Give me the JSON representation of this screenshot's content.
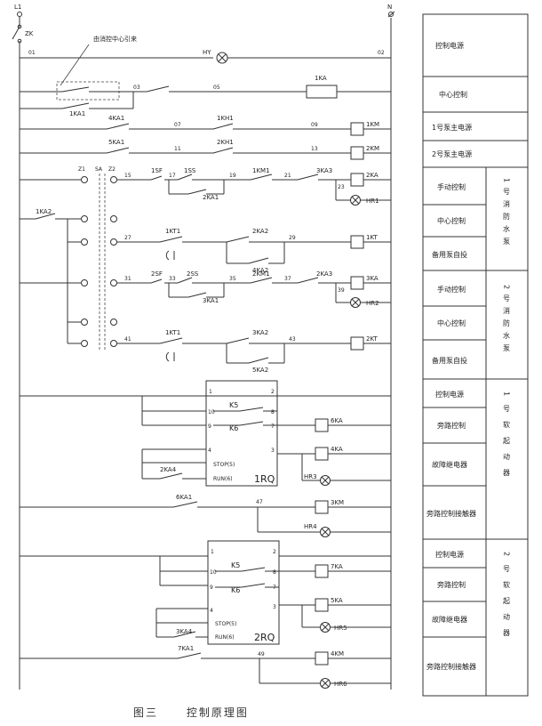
{
  "labels": {
    "l1": "L1",
    "n": "N",
    "zk": "ZK",
    "fire_center_lead": "由消控中心引来",
    "hy": "HY",
    "n01": "01",
    "n02": "02",
    "n03": "03",
    "n05": "05",
    "n07": "07",
    "n09": "09",
    "n11": "11",
    "n13": "13",
    "n15": "15",
    "n17": "17",
    "n19": "19",
    "n21": "21",
    "n23": "23",
    "n27": "27",
    "n29": "29",
    "n31": "31",
    "n33": "33",
    "n35": "35",
    "n37": "37",
    "n39": "39",
    "n41": "41",
    "n43": "43",
    "n47": "47",
    "n49": "49",
    "z1": "Z1",
    "sa": "SA",
    "z2": "Z2",
    "ka1": "1KA",
    "ka1b": "1KA1",
    "ka2": "1KA2",
    "kh1": "1KH1",
    "km1": "1KM",
    "ka4_1": "4KA1",
    "ka5_1": "5KA1",
    "kh2": "2KH1",
    "km2": "2KM",
    "sf1": "1SF",
    "ss1": "1SS",
    "km1c": "1KM1",
    "ka3": "3KA3",
    "ka2r": "2KA",
    "hr1": "HR1",
    "ka2_1": "2KA1",
    "kt1c": "1KT1",
    "kt1": "1KT",
    "ka2_2": "2KA2",
    "ka4_2": "4KA2",
    "sf2": "2SF",
    "ss2": "2SS",
    "km2c": "2KM1",
    "ka3b": "2KA3",
    "ka3r": "3KA",
    "hr2": "HR2",
    "ka3_1": "3KA1",
    "kt2c": "1KT1",
    "kt2": "2KT",
    "ka3_2": "3KA2",
    "ka5_2": "5KA2",
    "k5": "K5",
    "k6": "K6",
    "ka6": "6KA",
    "ka4": "4KA",
    "hr3": "HR3",
    "stop": "STOP(5)",
    "run": "RUN(6)",
    "ka4b": "2KA4",
    "rq1": "1RQ",
    "ka6_1": "6KA1",
    "km3": "3KM",
    "hr4": "HR4",
    "ka7": "7KA",
    "ka5": "5KA",
    "hr5": "HR5",
    "rq2": "2RQ",
    "ka4c": "3KA4",
    "ka7_1": "7KA1",
    "km4": "4KM",
    "hr6": "HR6",
    "t1": "1",
    "t2": "2",
    "t3": "3",
    "t4": "4",
    "t7": "7",
    "t8": "8",
    "t9": "9",
    "t10": "10"
  },
  "side_table": {
    "rows": [
      "控制电源",
      "中心控制",
      "1号泵主电源",
      "2号泵主电源",
      "手动控制",
      "中心控制",
      "备用泵自投",
      "手动控制",
      "中心控制",
      "备用泵自投",
      "控制电源",
      "旁路控制",
      "故障继电器",
      "旁路控制接触器",
      "控制电源",
      "旁路控制",
      "故障继电器",
      "旁路控制接触器"
    ],
    "groups": [
      "1号消防水泵",
      "2号消防水泵",
      "1号软起动器",
      "2号软起动器"
    ]
  },
  "caption": {
    "figure": "图三",
    "title": "控制原理图"
  }
}
